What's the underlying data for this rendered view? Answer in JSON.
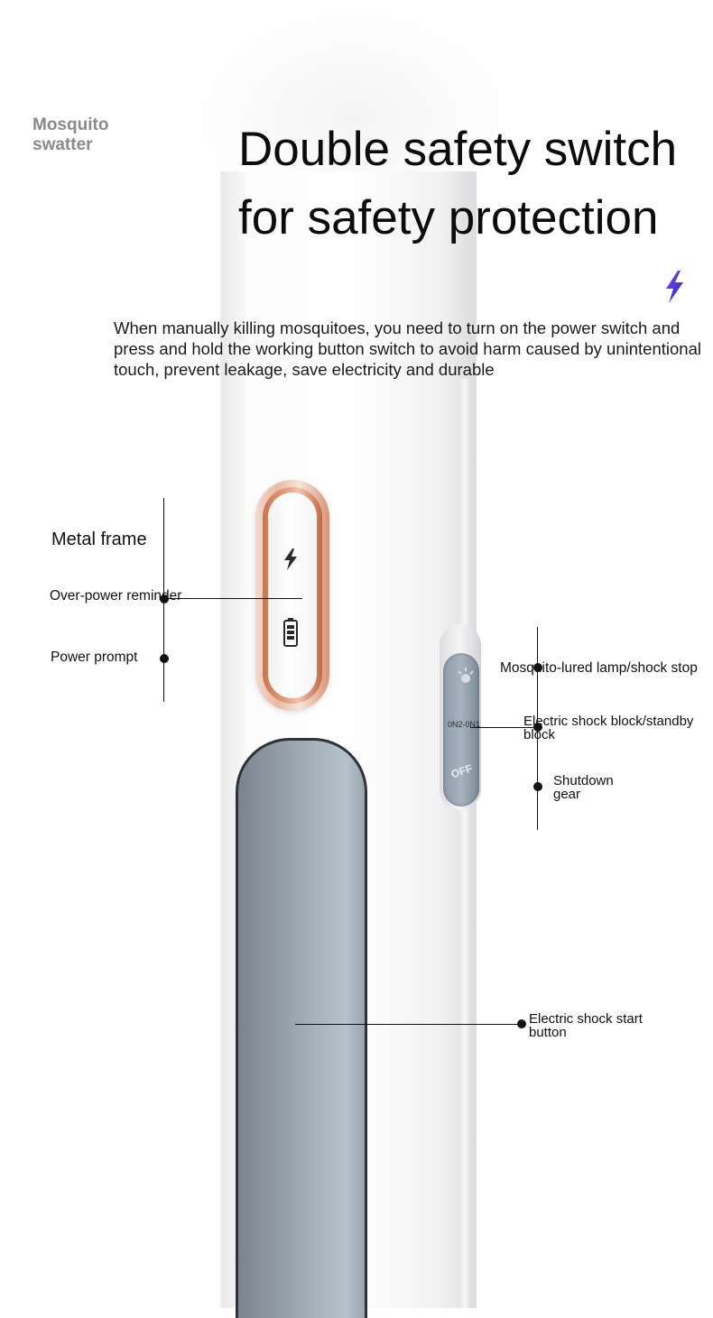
{
  "brand": {
    "line1": "Mosquito",
    "line2": "swatter"
  },
  "headline": {
    "line1": "Double safety switch",
    "line2": "for safety protection"
  },
  "description": "When manually killing mosquitoes, you need to turn on the power switch and press and hold the working button switch to avoid harm caused by unintentional touch, prevent leakage, save electricity and durable",
  "accent_color": "#5a2bd8",
  "ring_color": "#c9764f",
  "button_color": "#8c97a1",
  "switch": {
    "off_label": "OFF",
    "on_label": "0N2-0N1"
  },
  "callouts": {
    "metal_frame": "Metal frame",
    "over_power": "Over-power reminder",
    "power_prompt": "Power prompt",
    "lamp_stop": "Mosquito-lured lamp/shock stop",
    "shock_block": "Electric shock block/standby block",
    "shutdown": "Shutdown gear",
    "start_button": "Electric shock start button"
  },
  "icons": {
    "accent": "lightning-bolt-icon",
    "panel_top": "lightning-bolt-icon",
    "panel_bottom": "battery-icon",
    "switch_top": "lamp-icon"
  }
}
